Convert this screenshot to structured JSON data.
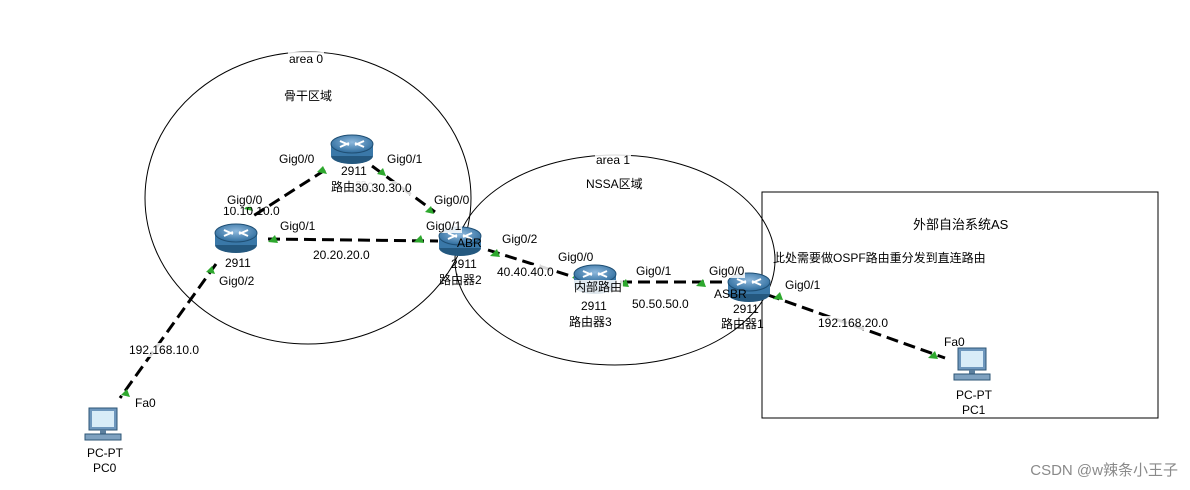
{
  "areas": {
    "area0": {
      "label": "area 0",
      "desc": "骨干区域"
    },
    "area1": {
      "label": "area 1",
      "desc": "NSSA区域"
    },
    "external": {
      "title": "外部自治系统AS",
      "note": "此处需要做OSPF路由重分发到直连路由"
    }
  },
  "devices": {
    "r_top": {
      "model": "2911",
      "name": "路由器0"
    },
    "r_left": {
      "model": "2911"
    },
    "r2": {
      "model": "2911",
      "name": "路由器2",
      "role": "ABR"
    },
    "r3": {
      "model": "2911",
      "name": "路由器3",
      "role": "内部路由"
    },
    "r1": {
      "model": "2911",
      "name": "路由器1",
      "role": "ASBR"
    },
    "pc0": {
      "type": "PC-PT",
      "name": "PC0"
    },
    "pc1": {
      "type": "PC-PT",
      "name": "PC1"
    }
  },
  "interfaces": {
    "top_g00": "Gig0/0",
    "top_g01": "Gig0/1",
    "left_g00": "Gig0/0",
    "left_g01": "Gig0/1",
    "left_g02": "Gig0/2",
    "r2_g00": "Gig0/0",
    "r2_g01": "Gig0/1",
    "r2_g02": "Gig0/2",
    "r3_g00": "Gig0/0",
    "r3_g01": "Gig0/1",
    "r1_g00": "Gig0/0",
    "r1_g01": "Gig0/1",
    "pc0_fa0": "Fa0",
    "pc1_fa0": "Fa0"
  },
  "networks": {
    "net10": "10.10.10.0",
    "net20": "20.20.20.0",
    "net30": "30.30.30.0",
    "net40": "40.40.40.0",
    "net50": "50.50.50.0",
    "net19210": "192.168.10.0",
    "net19220": "192.168.20.0"
  },
  "watermark": "CSDN @w辣条小王子",
  "colors": {
    "link": "#000000",
    "port": "#2ea82e",
    "router": "#3f7fb8",
    "pc": "#4a7fa8"
  }
}
